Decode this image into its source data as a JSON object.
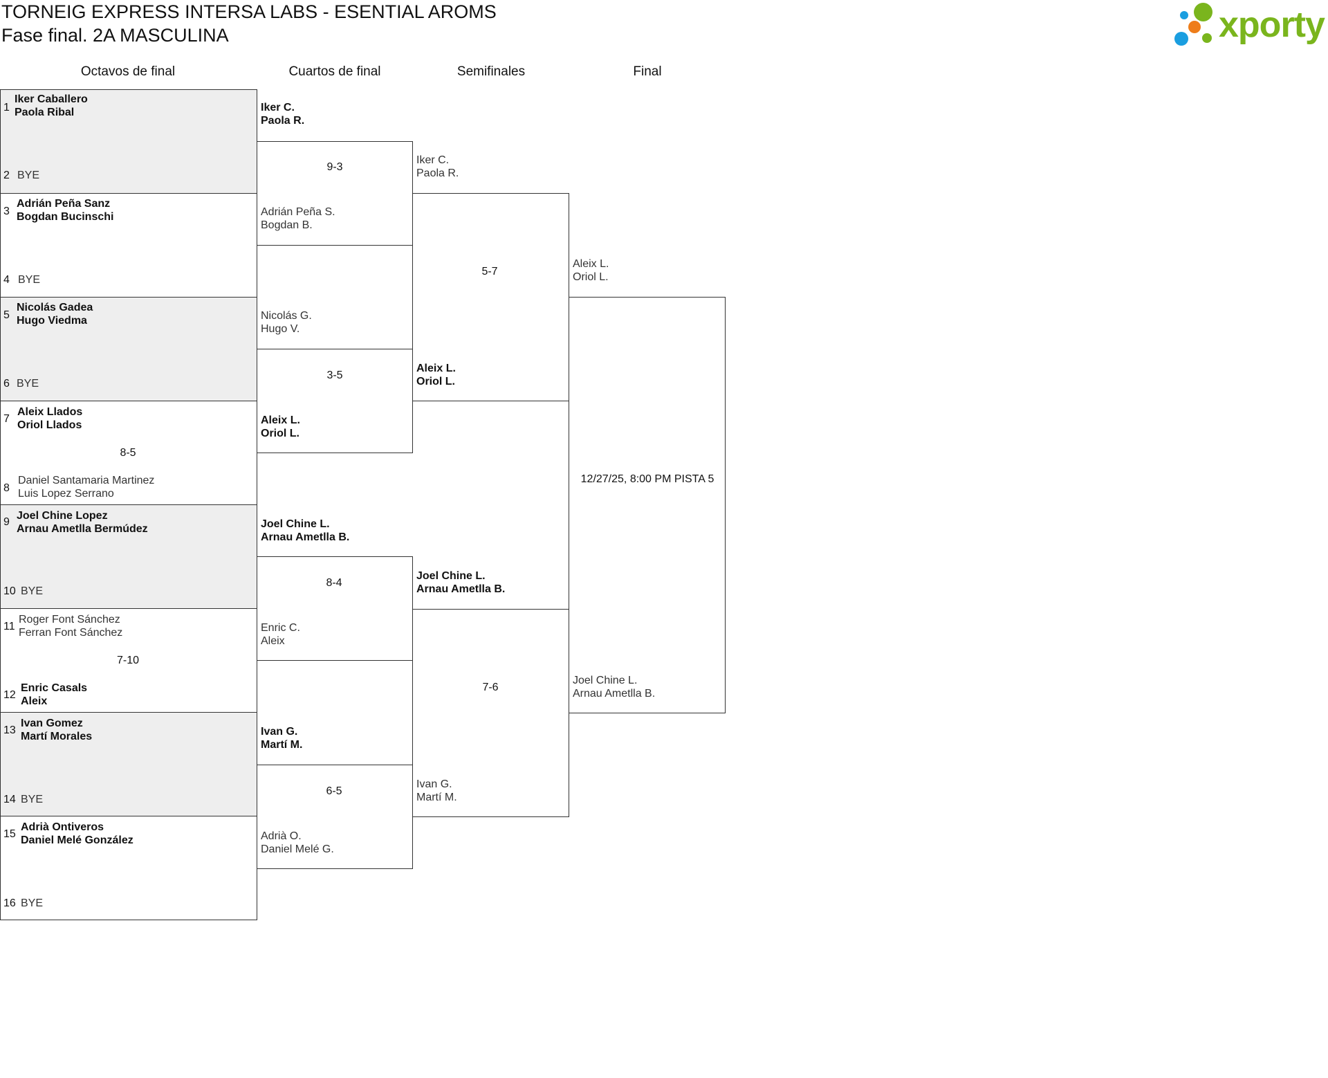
{
  "header": {
    "title": "TORNEIG EXPRESS INTERSA LABS - ESENTIAL AROMS",
    "subtitle": "Fase final. 2A MASCULINA"
  },
  "logo": {
    "text": "xporty",
    "colors": {
      "text": "#7ab51d",
      "dot_blue": "#1a9ee0",
      "dot_orange": "#ee7d1a",
      "dot_green": "#7ab51d"
    }
  },
  "rounds": [
    "Octavos de final",
    "Cuartos de final",
    "Semifinales",
    "Final"
  ],
  "octavos": {
    "seeds": [
      "1",
      "2",
      "3",
      "4",
      "5",
      "6",
      "7",
      "8",
      "9",
      "10",
      "11",
      "12",
      "13",
      "14",
      "15",
      "16"
    ],
    "matches": [
      {
        "top": [
          "Iker Caballero",
          "Paola Ribal"
        ],
        "bottom": [
          "BYE"
        ],
        "score": ""
      },
      {
        "top": [
          "Adrián Peña Sanz",
          "Bogdan Bucinschi"
        ],
        "bottom": [
          "BYE"
        ],
        "score": ""
      },
      {
        "top": [
          "Nicolás Gadea",
          "Hugo Viedma"
        ],
        "bottom": [
          "BYE"
        ],
        "score": ""
      },
      {
        "top": [
          "Aleix Llados",
          "Oriol Llados"
        ],
        "bottom": [
          "Daniel Santamaria Martinez",
          "Luis Lopez Serrano"
        ],
        "score": "8-5"
      },
      {
        "top": [
          "Joel Chine Lopez",
          "Arnau Ametlla Bermúdez"
        ],
        "bottom": [
          "BYE"
        ],
        "score": ""
      },
      {
        "top": [
          "Roger Font Sánchez",
          "Ferran Font Sánchez"
        ],
        "bottom": [
          "Enric Casals",
          "Aleix"
        ],
        "score": "7-10"
      },
      {
        "top": [
          "Ivan Gomez",
          "Martí Morales"
        ],
        "bottom": [
          "BYE"
        ],
        "score": ""
      },
      {
        "top": [
          "Adrià Ontiveros",
          "Daniel Melé González"
        ],
        "bottom": [
          "BYE"
        ],
        "score": ""
      }
    ]
  },
  "cuartos": [
    {
      "top": [
        "Iker C.",
        "Paola R."
      ],
      "bottom": [
        "Adrián Peña S.",
        "Bogdan B."
      ],
      "score": "9-3"
    },
    {
      "top": [
        "Nicolás G.",
        "Hugo V."
      ],
      "bottom": [
        "Aleix L.",
        "Oriol L."
      ],
      "score": "3-5"
    },
    {
      "top": [
        "Joel Chine L.",
        "Arnau Ametlla B."
      ],
      "bottom": [
        "Enric C.",
        "Aleix"
      ],
      "score": "8-4"
    },
    {
      "top": [
        "Ivan G.",
        "Martí M."
      ],
      "bottom": [
        "Adrià O.",
        "Daniel Melé G."
      ],
      "score": "6-5"
    }
  ],
  "semis": [
    {
      "top": [
        "Iker C.",
        "Paola R."
      ],
      "bottom": [
        "Aleix L.",
        "Oriol L."
      ],
      "score": "5-7"
    },
    {
      "top": [
        "Joel Chine L.",
        "Arnau Ametlla B."
      ],
      "bottom": [
        "Ivan G.",
        "Martí M."
      ],
      "score": "7-6"
    }
  ],
  "final": {
    "top": [
      "Aleix L.",
      "Oriol L."
    ],
    "bottom": [
      "Joel Chine L.",
      "Arnau Ametlla B."
    ],
    "score": "12/27/25, 8:00 PM PISTA 5"
  }
}
